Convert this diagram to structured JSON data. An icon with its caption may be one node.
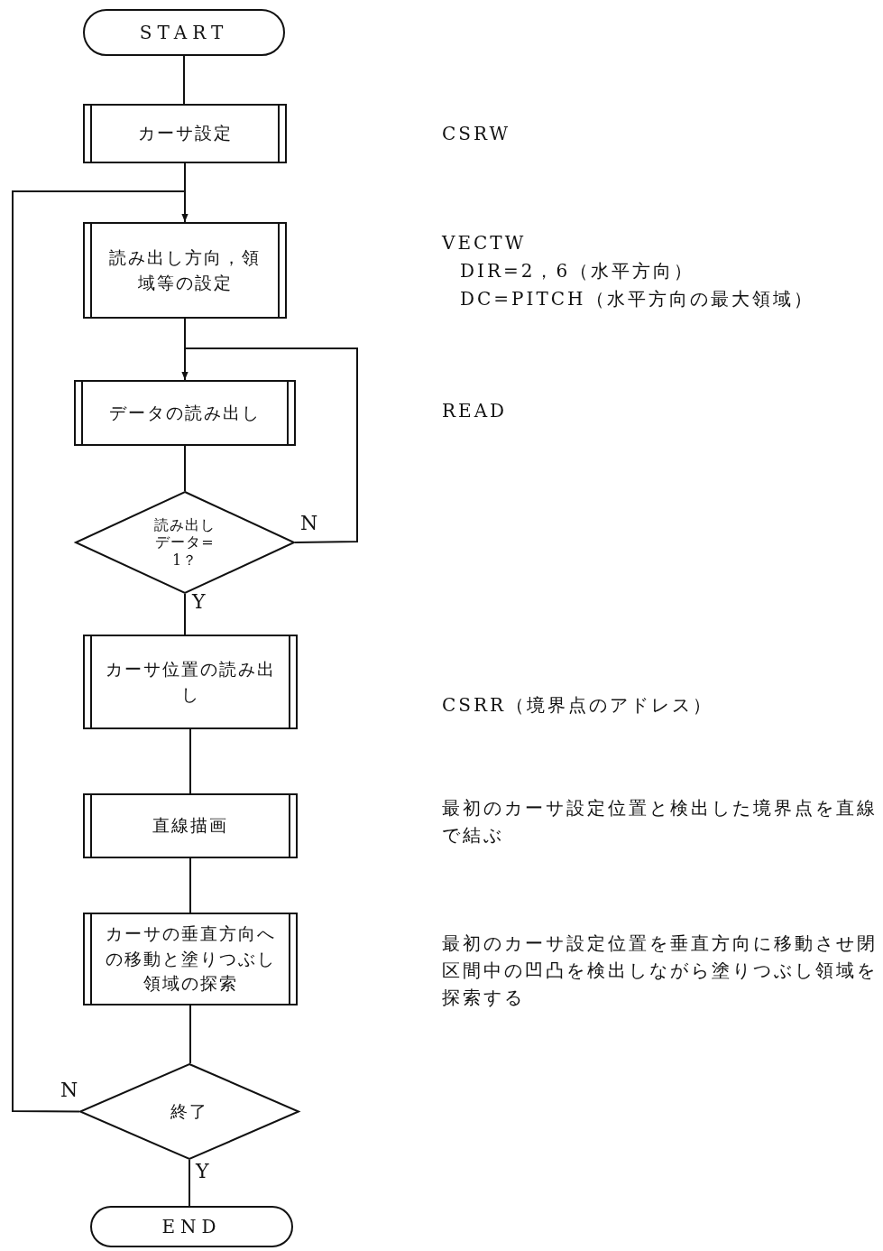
{
  "diagram": {
    "nodes": [
      {
        "text": [
          "START"
        ]
      },
      {
        "text": [
          "カーサ設定"
        ]
      },
      {
        "text": [
          "読み出し方向，領域等の設定"
        ]
      },
      {
        "text": [
          "データの読み出し"
        ]
      },
      {
        "text": [
          "読み出しデータ=1？"
        ]
      },
      {
        "text": [
          "カーサ位置の読み出し"
        ]
      },
      {
        "text": [
          "直線描画"
        ]
      },
      {
        "text": [
          "カーサの垂直方向への移動と塗りつぶし領域の探索"
        ]
      },
      {
        "text": [
          "終了"
        ]
      },
      {
        "text": [
          "END"
        ]
      }
    ],
    "edges": [
      {
        "from": 0,
        "to": 1,
        "arrow": "none"
      },
      {
        "from": 1,
        "to": 2,
        "arrow": "none"
      },
      {
        "from": 2,
        "to": 3,
        "arrow": "none"
      },
      {
        "from": 3,
        "to": 4,
        "arrow": "none"
      },
      {
        "from": 4,
        "to": 3,
        "arrow": "to",
        "label": "N"
      },
      {
        "from": 4,
        "to": 5,
        "arrow": "none",
        "label": "Y"
      },
      {
        "from": 5,
        "to": 6,
        "arrow": "none"
      },
      {
        "from": 6,
        "to": 7,
        "arrow": "none"
      },
      {
        "from": 7,
        "to": 8,
        "arrow": "none"
      },
      {
        "from": 8,
        "to": 2,
        "arrow": "to",
        "label": "N"
      },
      {
        "from": 8,
        "to": 9,
        "arrow": "none",
        "label": "Y"
      }
    ],
    "labels": [
      "CSRW",
      "VECTW",
      "DIR=2，6（水平方向）",
      "DC=PITCH（水平方向の最大領域）",
      "READ",
      "CSRR（境界点のアドレス）",
      "最初のカーサ設定位置と検出した境界点を直線で結ぶ",
      "最初のカーサ設定位置を垂直方向に移動させ閉区間中の凹凸を検出しながら塗りつぶし領域を探索する"
    ]
  }
}
